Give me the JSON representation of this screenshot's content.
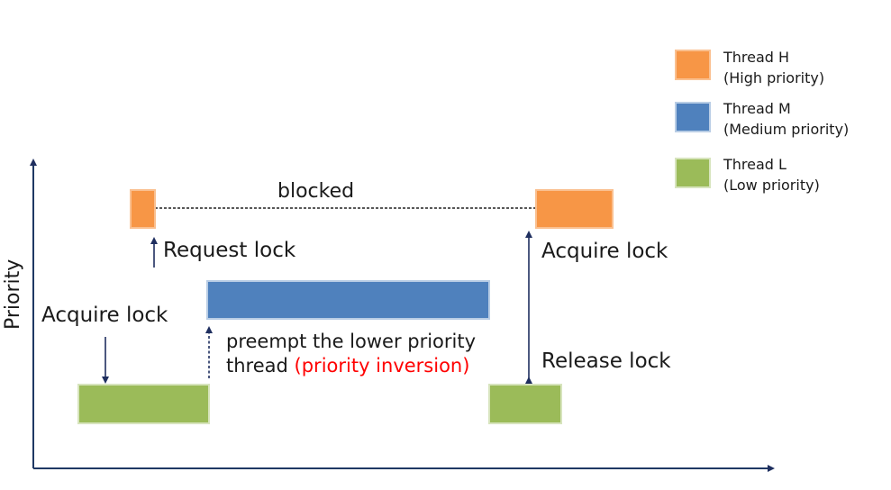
{
  "axis": {
    "ylabel": "Priority"
  },
  "colors": {
    "high": "#F79646",
    "high_border": "#FAC090",
    "medium": "#4F81BD",
    "medium_border": "#B9CDE5",
    "low": "#9BBB59",
    "low_border": "#D7E4BD",
    "arrow": "#1F2F5F",
    "axis": "#1F3864",
    "highlight": "#FF0000"
  },
  "legend": [
    {
      "name": "Thread H",
      "desc": "(High priority)",
      "color": "#F79646"
    },
    {
      "name": "Thread M",
      "desc": "(Medium priority)",
      "color": "#4F81BD"
    },
    {
      "name": "Thread L",
      "desc": "(Low priority)",
      "color": "#9BBB59"
    }
  ],
  "annotations": {
    "blocked": "blocked",
    "request_lock": "Request lock",
    "acquire_lock_left": "Acquire lock",
    "acquire_lock_right": "Acquire lock",
    "release_lock": "Release lock",
    "preempt_line1": "preempt the lower priority",
    "preempt_line2_prefix": "thread",
    "preempt_line2_highlight": "(priority inversion)"
  }
}
